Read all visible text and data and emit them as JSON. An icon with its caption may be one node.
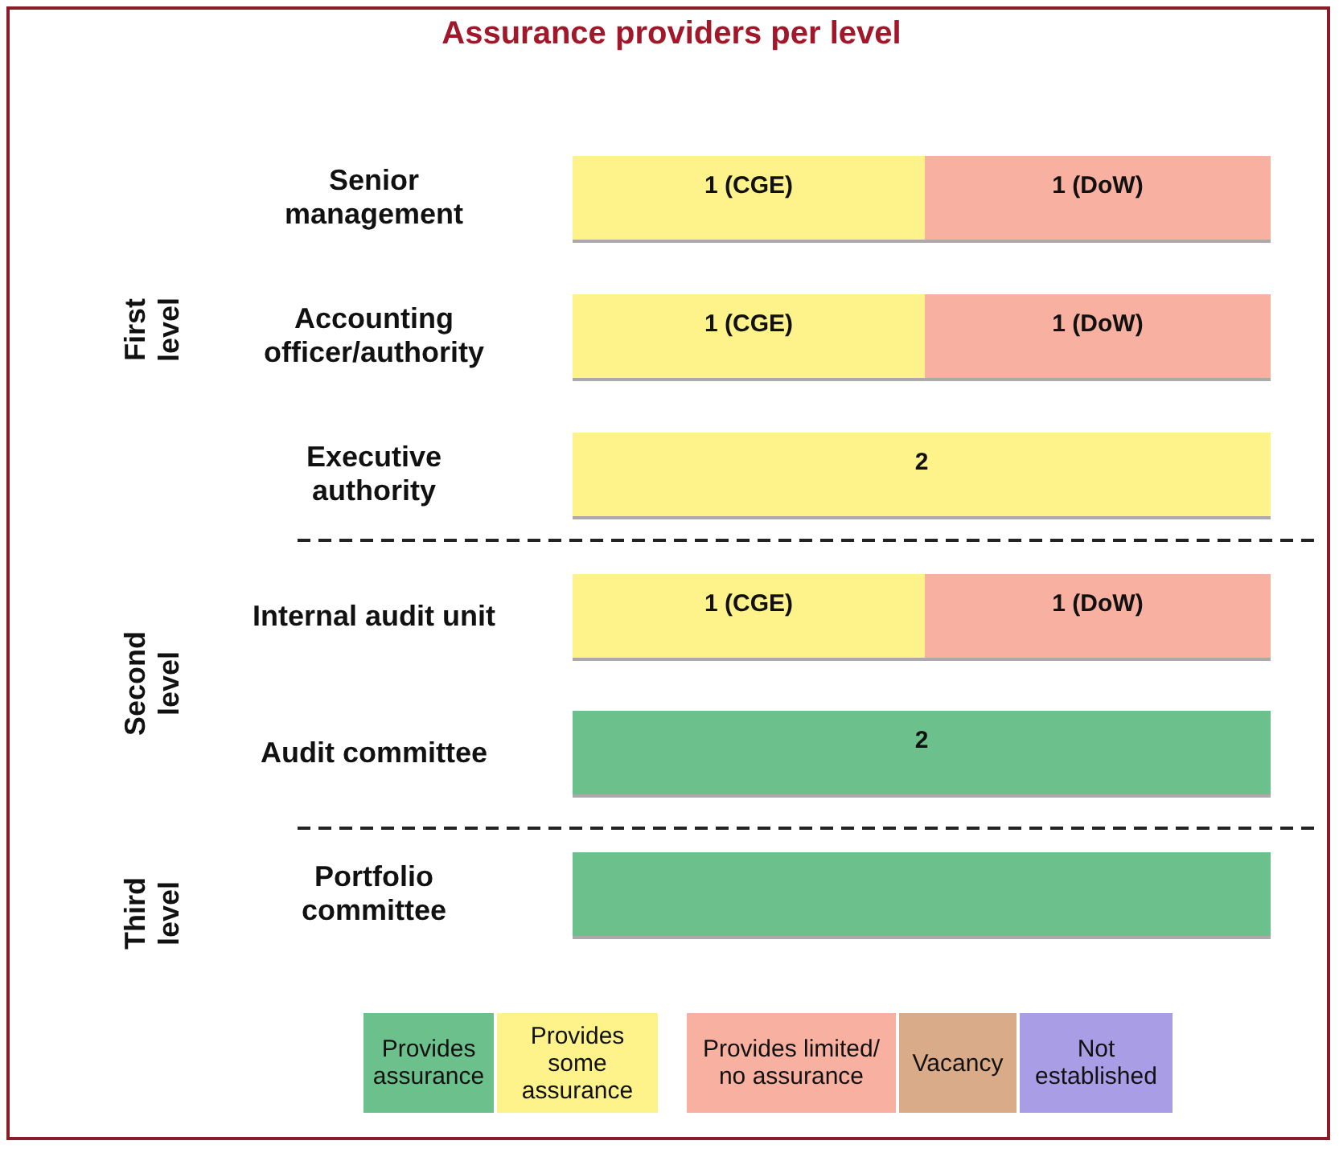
{
  "diagram": {
    "title": "Assurance providers per level",
    "nodes": [
      {
        "text": [
          "1 (CGE)"
        ]
      },
      {
        "text": [
          "1 (DoW)"
        ]
      },
      {
        "text": [
          "1 (CGE)"
        ]
      },
      {
        "text": [
          "1 (DoW)"
        ]
      },
      {
        "text": [
          "2"
        ]
      },
      {
        "text": [
          "1 (CGE)"
        ]
      },
      {
        "text": [
          "1 (DoW)"
        ]
      },
      {
        "text": [
          "2"
        ]
      },
      {
        "text": [],
        "shape": "bar"
      }
    ],
    "labels": [
      "First level",
      "Senior management",
      "Accounting officer/authority",
      "Executive authority",
      "Second level",
      "Internal audit unit",
      "Audit committee",
      "Third level",
      "Portfolio committee"
    ],
    "legend": [
      {
        "text": "Provides assurance",
        "color": "#6cc08b"
      },
      {
        "text": "Provides some assurance",
        "color": "#fdf38a"
      },
      {
        "text": "Provides limited/ no assurance",
        "color": "#f8b0a0"
      },
      {
        "text": "Vacancy",
        "color": "#d9ab88"
      },
      {
        "text": "Not established",
        "color": "#a99ee6"
      }
    ]
  }
}
